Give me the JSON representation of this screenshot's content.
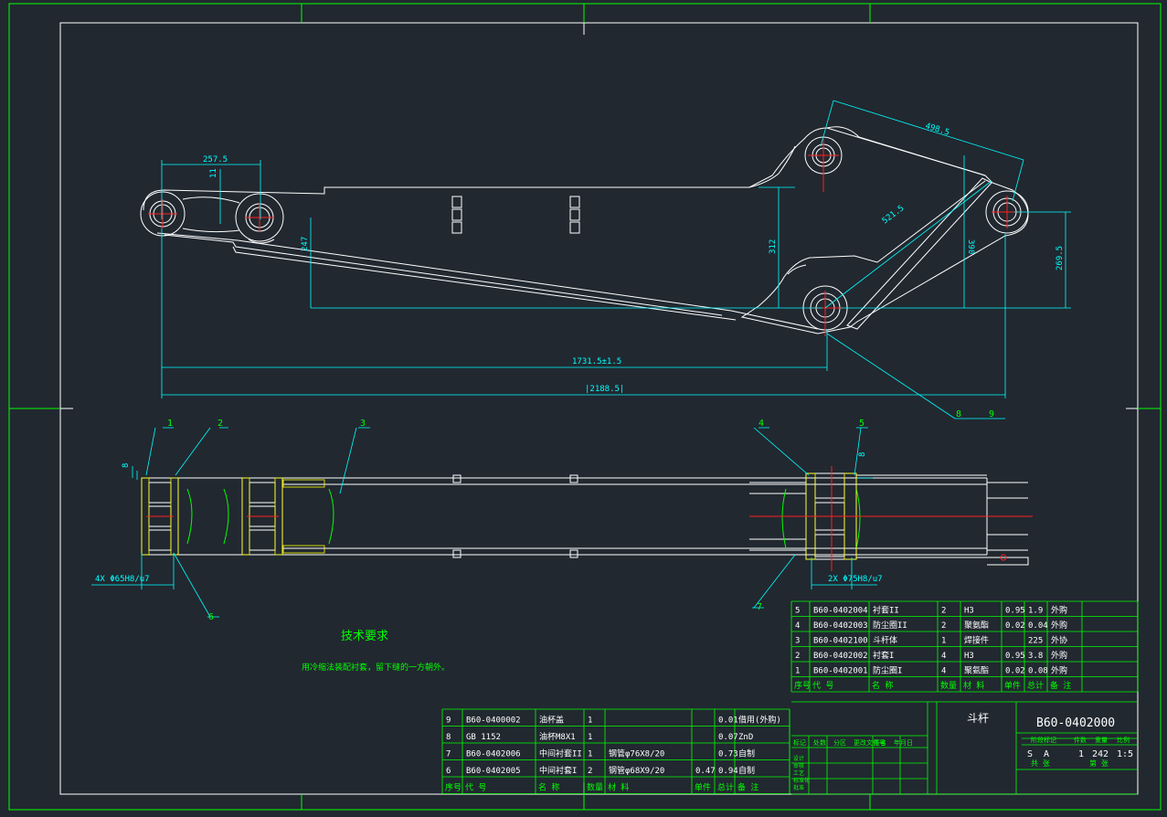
{
  "colors": {
    "background": "#212830",
    "frame": "#ffffff",
    "dimension": "#00ffff",
    "table": "#00ff00",
    "centerline": "#ff2020",
    "hatch": "#ffff00",
    "text": "#ffffff"
  },
  "dimensions": {
    "d257": "257.5",
    "d11": "11",
    "d247": "247",
    "d312": "312",
    "d498": "498.5",
    "d521": "521.5",
    "d390": "390",
    "d269": "269.5",
    "d1731": "1731.5±1.5",
    "d2188": "|2188.5|",
    "bore_left": "4X Φ65H8/u7",
    "bore_right": "2X Φ75H8/u7",
    "d8a": "8",
    "d8b": "8"
  },
  "balloons": [
    "1",
    "2",
    "3",
    "4",
    "5",
    "6",
    "7",
    "8",
    "9"
  ],
  "notes": {
    "title": "技术要求",
    "line1": "用冷缩法装配衬套，留下缝的一方朝外。"
  },
  "bom_upper": {
    "rows": [
      [
        "5",
        "B60-0402004",
        "衬套II",
        "2",
        "H3",
        "0.95",
        "1.9",
        "外购"
      ],
      [
        "4",
        "B60-0402003",
        "防尘圈II",
        "2",
        "聚氨酯",
        "0.02",
        "0.04",
        "外购"
      ],
      [
        "3",
        "B60-0402100",
        "斗杆体",
        "1",
        "焊接件",
        "",
        "225",
        "外协"
      ],
      [
        "2",
        "B60-0402002",
        "衬套I",
        "4",
        "H3",
        "0.95",
        "3.8",
        "外购"
      ],
      [
        "1",
        "B60-0402001",
        "防尘圈I",
        "4",
        "聚氨酯",
        "0.02",
        "0.08",
        "外购"
      ]
    ],
    "header": [
      "序号",
      "代  号",
      "名  称",
      "数量",
      "材  料",
      "单件",
      "总计",
      "备  注"
    ],
    "weight": "重量"
  },
  "bom_lower": {
    "rows": [
      [
        "9",
        "B60-0400002",
        "油杯盖",
        "1",
        "",
        "",
        "0.01",
        "借用(外购)"
      ],
      [
        "8",
        "GB 1152",
        "油杯M8X1",
        "1",
        "",
        "",
        "0.07",
        "ZnD"
      ],
      [
        "7",
        "B60-0402006",
        "中间衬套II",
        "1",
        "钢管φ76X8/20",
        "",
        "0.73",
        "自制"
      ],
      [
        "6",
        "B60-0402005",
        "中间衬套I",
        "2",
        "钢管φ68X9/20",
        "0.47",
        "0.94",
        "自制"
      ]
    ],
    "header": [
      "序号",
      "代  号",
      "名  称",
      "数量",
      "材  料",
      "单件",
      "总计",
      "备  注"
    ],
    "weight": "重量"
  },
  "title_block": {
    "part_name": "斗杆",
    "drawing_no": "B60-0402000",
    "scale_label": "比例",
    "scale": "1:5",
    "weight_label": "重量",
    "weight": "242",
    "stage_label": "阶段标记",
    "stage": [
      "S",
      "A"
    ],
    "sheets_label": "共  张",
    "sheet_label": "第  张",
    "count": "1",
    "row_labels": [
      "标记",
      "处数",
      "分区",
      "更改文件号",
      "签名",
      "年月日"
    ],
    "sign_labels": [
      "设计",
      "审核",
      "工艺",
      "标准化",
      "批准"
    ],
    "count_label": "件数"
  }
}
